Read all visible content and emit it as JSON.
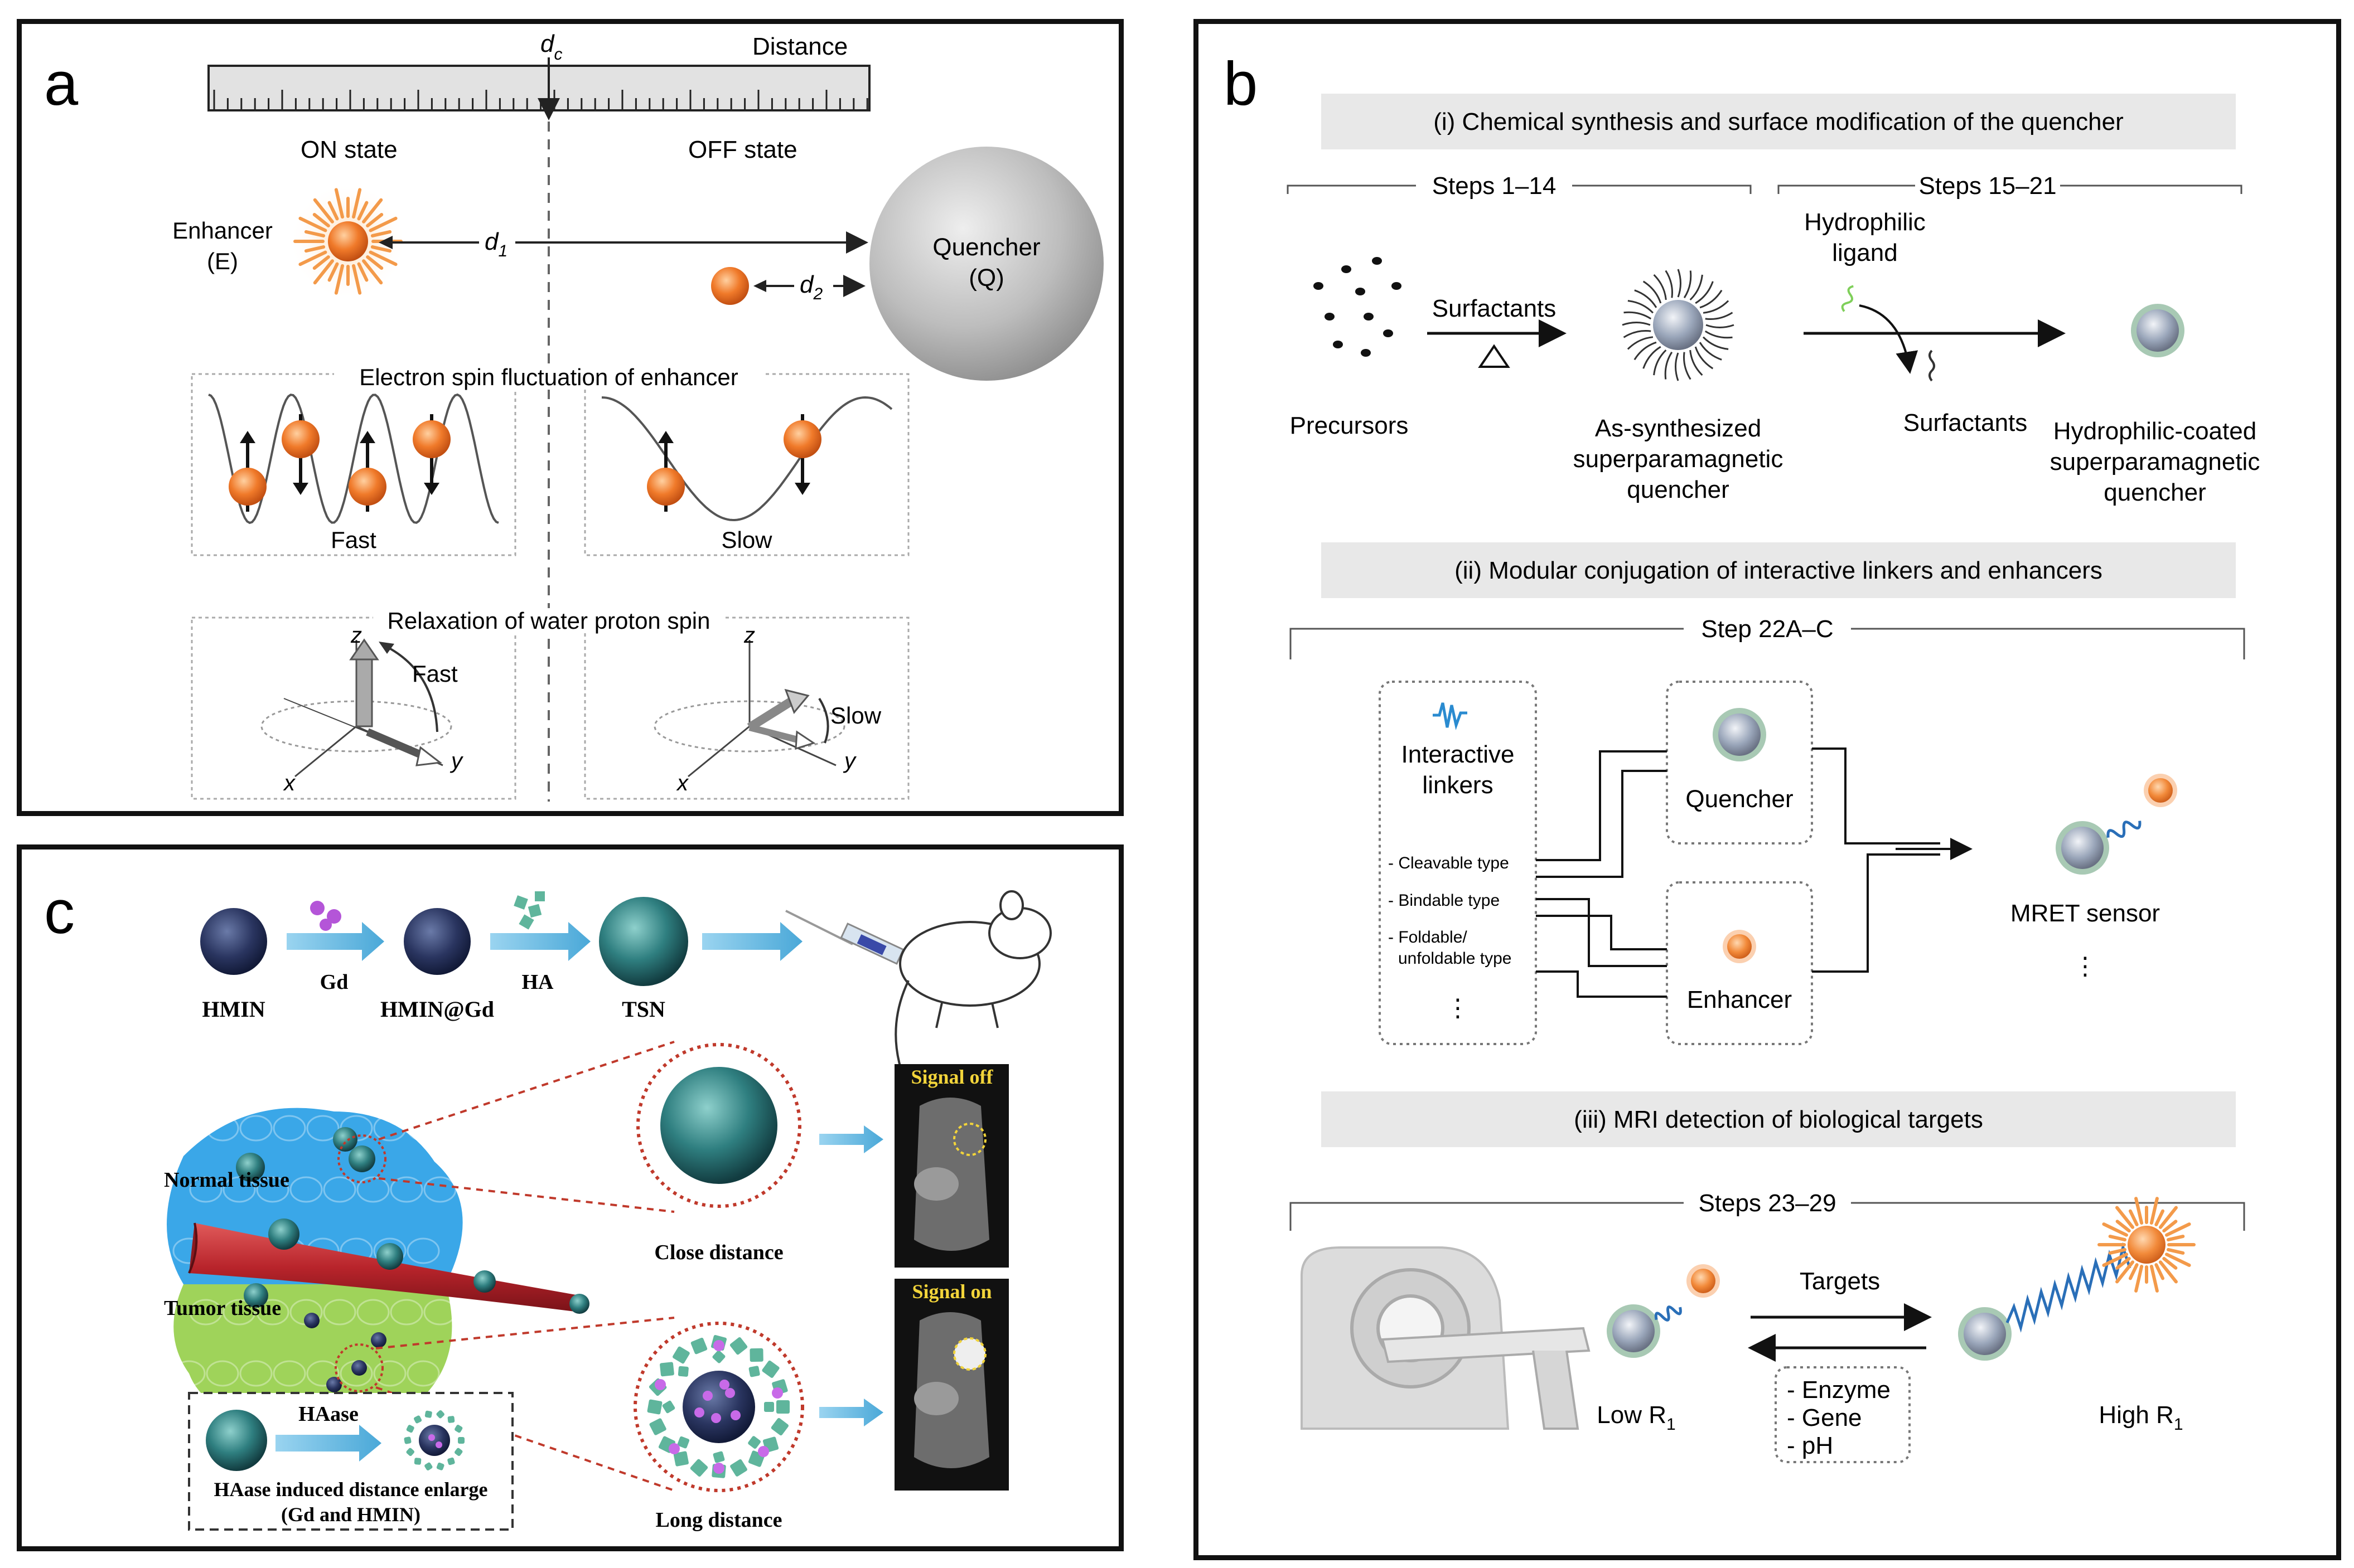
{
  "panel_a": {
    "letter": "a",
    "dc": "d",
    "dc_sub": "c",
    "distance": "Distance",
    "on_state": "ON state",
    "off_state": "OFF state",
    "enhancer_line1": "Enhancer",
    "enhancer_line2": "(E)",
    "quencher_line1": "Quencher",
    "quencher_line2": "(Q)",
    "d1": "d",
    "d1_sub": "1",
    "d2": "d",
    "d2_sub": "2",
    "spin_title": "Electron spin fluctuation of enhancer",
    "fast": "Fast",
    "slow": "Slow",
    "relax_title": "Relaxation of water proton spin",
    "axis_x": "x",
    "axis_y": "y",
    "axis_z": "z"
  },
  "panel_b": {
    "letter": "b",
    "section1": "(i) Chemical synthesis and surface modification of the quencher",
    "steps_1_14": "Steps 1–14",
    "steps_15_21": "Steps 15–21",
    "surfactants": "Surfactants",
    "precursors": "Precursors",
    "as_synth": [
      "As-synthesized",
      "superparamagnetic",
      "quencher"
    ],
    "hydrophilic_ligand": [
      "Hydrophilic",
      "ligand"
    ],
    "surfactants_out": "Surfactants",
    "hydro_coated": [
      "Hydrophilic-coated",
      "superparamagnetic",
      "quencher"
    ],
    "section2": "(ii) Modular conjugation of interactive linkers and enhancers",
    "step_22": "Step 22A–C",
    "interactive_linkers": [
      "Interactive",
      "linkers"
    ],
    "linker_types": [
      "Cleavable type",
      "Bindable type",
      "Foldable/",
      "unfoldable type"
    ],
    "quencher": "Quencher",
    "enhancer": "Enhancer",
    "mret_sensor": "MRET sensor",
    "ellipsis": "⋮",
    "section3": "(iii) MRI detection of biological targets",
    "steps_23_29": "Steps 23–29",
    "targets": "Targets",
    "low_r1": "Low R",
    "high_r1": "High R",
    "r_sub": "1",
    "target_types": [
      "Enzyme",
      "Gene",
      "pH"
    ]
  },
  "panel_c": {
    "letter": "c",
    "hmin": "HMIN",
    "gd": "Gd",
    "hmin_gd": "HMIN@Gd",
    "ha": "HA",
    "tsn": "TSN",
    "signal_off": "Signal off",
    "signal_on": "Signal on",
    "normal_tissue": "Normal tissue",
    "tumor_tissue": "Tumor tissue",
    "close_distance": "Close distance",
    "long_distance": "Long distance",
    "haase": "HAase",
    "haase_caption1": "HAase induced distance enlarge",
    "haase_caption2": "(Gd and HMIN)"
  },
  "colors": {
    "enhancer_orange": "#f07a2a",
    "quencher_gray": "#b8b8b8",
    "arrow_blue": "#4aa8d8",
    "normal_tissue_blue": "#3aa7e8",
    "tumor_tissue_green": "#9fd35a",
    "vessel_red": "#b8242b",
    "nanoparticle_teal": "#2f7f80",
    "label_yellow": "#f2d43a"
  }
}
